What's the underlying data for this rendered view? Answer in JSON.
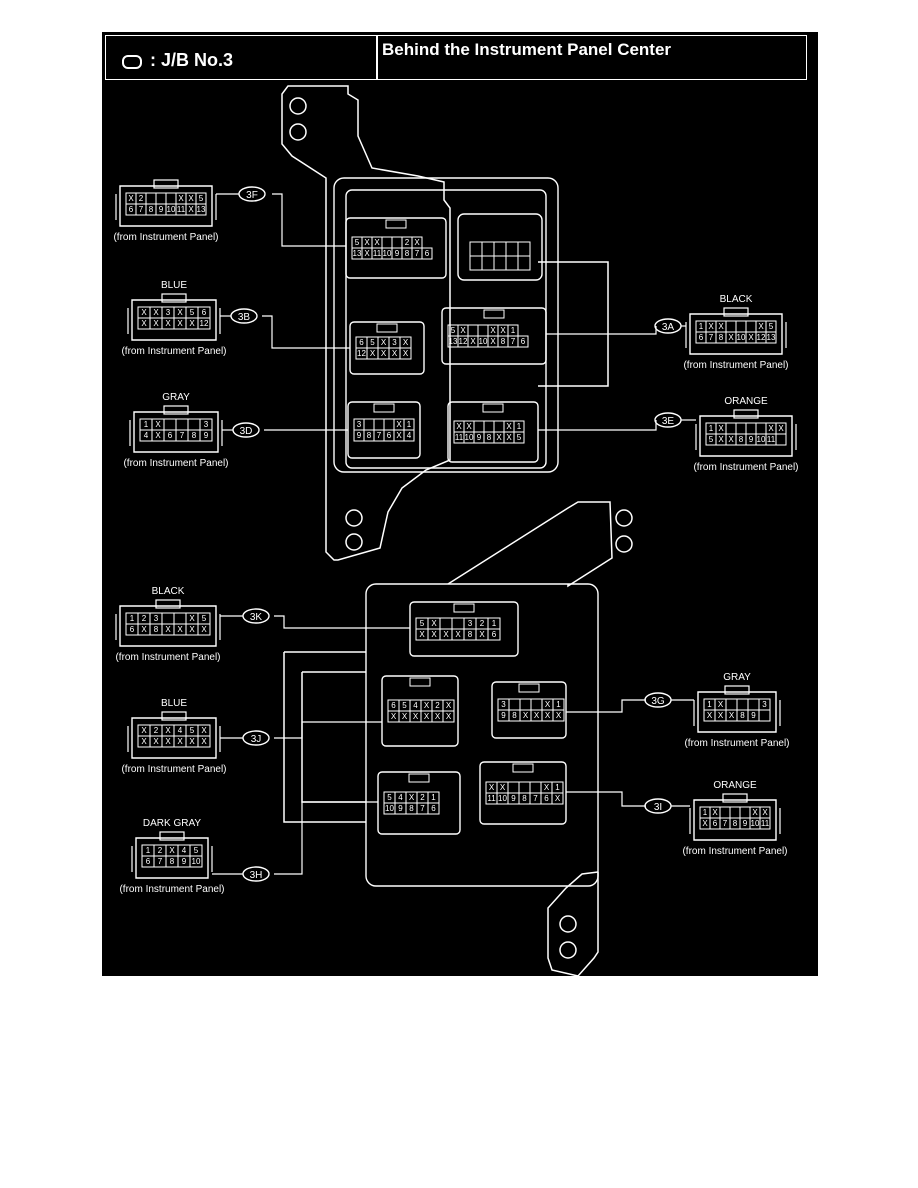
{
  "header": {
    "jb_label": ": J/B No.3",
    "location": "Behind the Instrument Panel Center"
  },
  "connectors": [
    {
      "code": "3F",
      "color": "",
      "note": "(from Instrument Panel)",
      "row1": [
        "X",
        "2",
        "",
        "",
        "",
        "X",
        "X",
        "5"
      ],
      "row2": [
        "6",
        "7",
        "8",
        "9",
        "10",
        "11",
        "X",
        "13"
      ]
    },
    {
      "code": "3B",
      "color": "BLUE",
      "note": "(from Instrument Panel)",
      "row1": [
        "X",
        "X",
        "3",
        "X",
        "5",
        "6"
      ],
      "row2": [
        "X",
        "X",
        "X",
        "X",
        "X",
        "12"
      ]
    },
    {
      "code": "3D",
      "color": "GRAY",
      "note": "(from Instrument Panel)",
      "row1": [
        "1",
        "X",
        "",
        "",
        "",
        "3"
      ],
      "row2": [
        "4",
        "X",
        "6",
        "7",
        "8",
        "9"
      ]
    },
    {
      "code": "3A",
      "color": "BLACK",
      "note": "(from Instrument Panel)",
      "row1": [
        "1",
        "X",
        "X",
        "",
        "",
        "",
        "X",
        "5"
      ],
      "row2": [
        "6",
        "7",
        "8",
        "X",
        "10",
        "X",
        "12",
        "13"
      ]
    },
    {
      "code": "3E",
      "color": "ORANGE",
      "note": "(from Instrument Panel)",
      "row1": [
        "1",
        "X",
        "",
        "",
        "",
        "",
        "X",
        "X"
      ],
      "row2": [
        "5",
        "X",
        "X",
        "8",
        "9",
        "10",
        "11",
        ""
      ]
    },
    {
      "code": "3K",
      "color": "BLACK",
      "note": "(from Instrument Panel)",
      "row1": [
        "1",
        "2",
        "3",
        "",
        "",
        "X",
        "5"
      ],
      "row2": [
        "6",
        "X",
        "8",
        "X",
        "X",
        "X",
        "X"
      ]
    },
    {
      "code": "3J",
      "color": "BLUE",
      "note": "(from Instrument Panel)",
      "row1": [
        "X",
        "2",
        "X",
        "4",
        "5",
        "X"
      ],
      "row2": [
        "X",
        "X",
        "X",
        "X",
        "X",
        "X"
      ]
    },
    {
      "code": "3H",
      "color": "DARK GRAY",
      "note": "(from Instrument Panel)",
      "row1": [
        "1",
        "2",
        "X",
        "4",
        "5"
      ],
      "row2": [
        "6",
        "7",
        "8",
        "9",
        "10"
      ]
    },
    {
      "code": "3G",
      "color": "GRAY",
      "note": "(from Instrument Panel)",
      "row1": [
        "1",
        "X",
        "",
        "",
        "",
        "3"
      ],
      "row2": [
        "X",
        "X",
        "X",
        "8",
        "9",
        ""
      ]
    },
    {
      "code": "3I",
      "color": "ORANGE",
      "note": "(from Instrument Panel)",
      "row1": [
        "1",
        "X",
        "",
        "",
        "",
        "X",
        "X"
      ],
      "row2": [
        "X",
        "6",
        "7",
        "8",
        "9",
        "10",
        "11"
      ]
    }
  ],
  "jb_sockets": [
    {
      "row1": [
        "5",
        "X",
        "X",
        "",
        "",
        "2",
        "X"
      ],
      "row2": [
        "13",
        "X",
        "11",
        "10",
        "9",
        "8",
        "7",
        "6"
      ]
    },
    {
      "row1": [
        "6",
        "5",
        "X",
        "3",
        "X"
      ],
      "row2": [
        "12",
        "X",
        "X",
        "X",
        "X"
      ]
    },
    {
      "row1": [
        "5",
        "X",
        "",
        "",
        "X",
        "X",
        "1"
      ],
      "row2": [
        "13",
        "12",
        "X",
        "10",
        "X",
        "8",
        "7",
        "6"
      ]
    },
    {
      "row1": [
        "3",
        "",
        "",
        "",
        "X",
        "1"
      ],
      "row2": [
        "9",
        "8",
        "7",
        "6",
        "X",
        "4"
      ]
    },
    {
      "row1": [
        "X",
        "X",
        "",
        "",
        "",
        "X",
        "1"
      ],
      "row2": [
        "11",
        "10",
        "9",
        "8",
        "X",
        "X",
        "5"
      ]
    },
    {
      "row1": [
        "5",
        "X",
        "",
        "",
        "3",
        "2",
        "1"
      ],
      "row2": [
        "X",
        "X",
        "X",
        "X",
        "8",
        "X",
        "6"
      ]
    },
    {
      "row1": [
        "6",
        "5",
        "4",
        "X",
        "2",
        "X"
      ],
      "row2": [
        "X",
        "X",
        "X",
        "X",
        "X",
        "X"
      ]
    },
    {
      "row1": [
        "3",
        "",
        "",
        "",
        "X",
        "1"
      ],
      "row2": [
        "9",
        "8",
        "X",
        "X",
        "X",
        "X"
      ]
    },
    {
      "row1": [
        "5",
        "4",
        "X",
        "2",
        "1"
      ],
      "row2": [
        "10",
        "9",
        "8",
        "7",
        "6"
      ]
    },
    {
      "row1": [
        "X",
        "X",
        "",
        "",
        "",
        "X",
        "1"
      ],
      "row2": [
        "11",
        "10",
        "9",
        "8",
        "7",
        "6",
        "X"
      ]
    }
  ],
  "colors": {
    "background": "#000000",
    "line": "#ffffff"
  }
}
